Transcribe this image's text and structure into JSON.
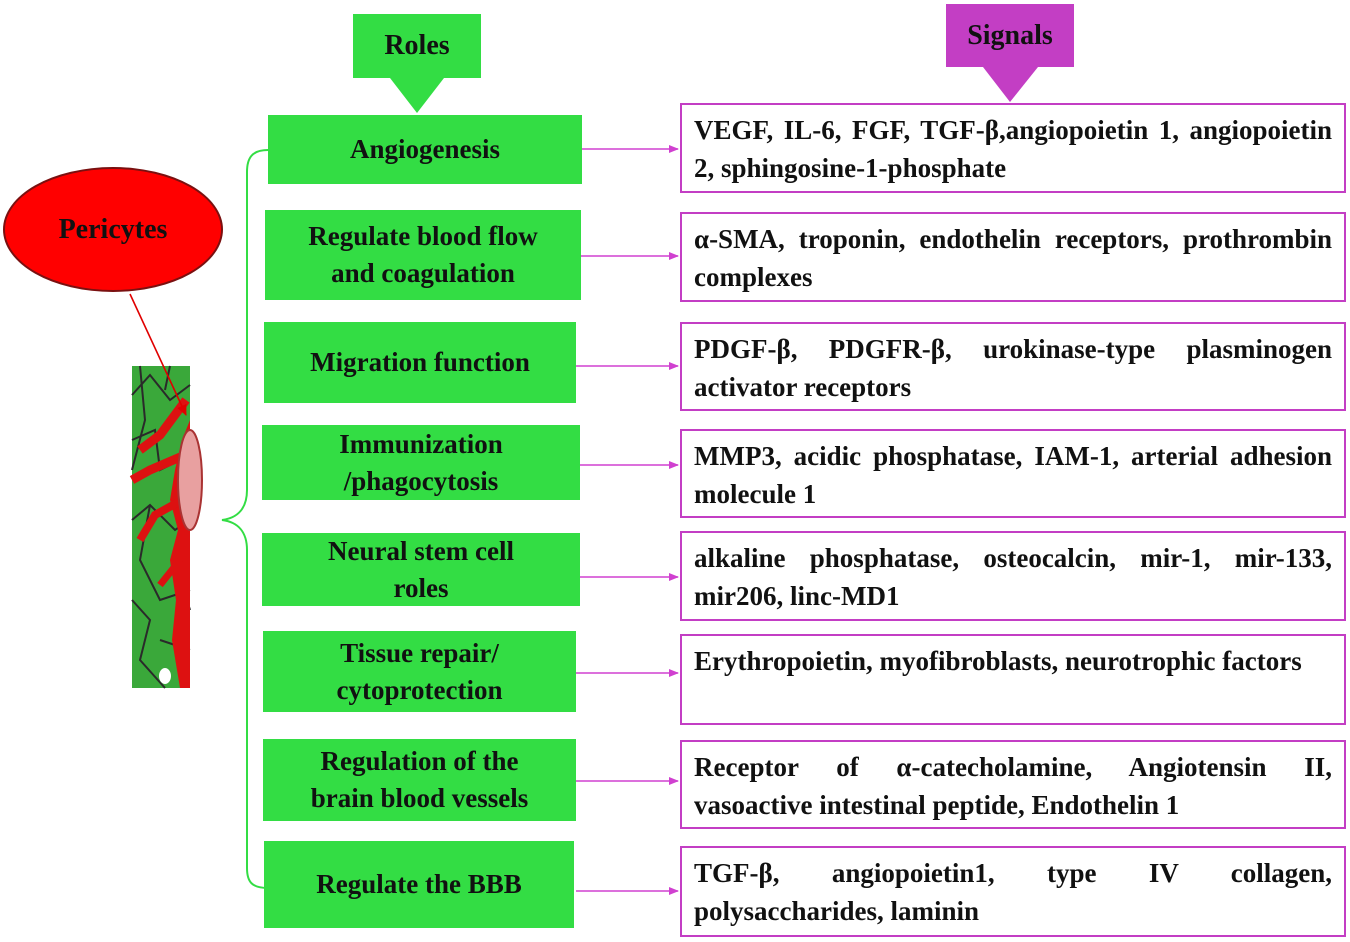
{
  "headers": {
    "roles": "Roles",
    "signals": "Signals"
  },
  "cell_label": "Pericytes",
  "colors": {
    "role_fill": "#33dd44",
    "signal_header_fill": "#c33ec4",
    "signal_border": "#c33ec4",
    "connector_arrow": "#d040d0",
    "brace": "#33dd44",
    "pericyte_fill": "#ff0000",
    "vessel_fill": "#3aa83a"
  },
  "rows": [
    {
      "role": [
        "Angiogenesis"
      ],
      "signal": "VEGF, IL-6, FGF, TGF-β,angiopoietin 1, angiopoietin 2, sphingosine-1-phosphate"
    },
    {
      "role": [
        "Regulate blood flow",
        "and coagulation"
      ],
      "signal": "α-SMA, troponin, endothelin receptors, prothrombin complexes"
    },
    {
      "role": [
        "Migration function"
      ],
      "signal": "PDGF-β, PDGFR-β, urokinase-type plasminogen activator receptors"
    },
    {
      "role": [
        "Immunization",
        "/phagocytosis"
      ],
      "signal": "MMP3, acidic phosphatase, IAM-1, arterial adhesion molecule 1"
    },
    {
      "role": [
        "Neural stem cell",
        "roles"
      ],
      "signal": "alkaline phosphatase, osteocalcin, mir-1, mir-133, mir206, linc-MD1"
    },
    {
      "role": [
        "Tissue repair/",
        "cytoprotection"
      ],
      "signal": "Erythropoietin, myofibroblasts, neurotrophic factors"
    },
    {
      "role": [
        "Regulation of the",
        "brain blood vessels"
      ],
      "signal": "Receptor of α-catecholamine, Angiotensin II, vasoactive intestinal peptide, Endothelin 1"
    },
    {
      "role": [
        "Regulate the BBB"
      ],
      "signal": "TGF-β, angiopoietin1, type IV collagen, polysaccharides, laminin"
    }
  ]
}
